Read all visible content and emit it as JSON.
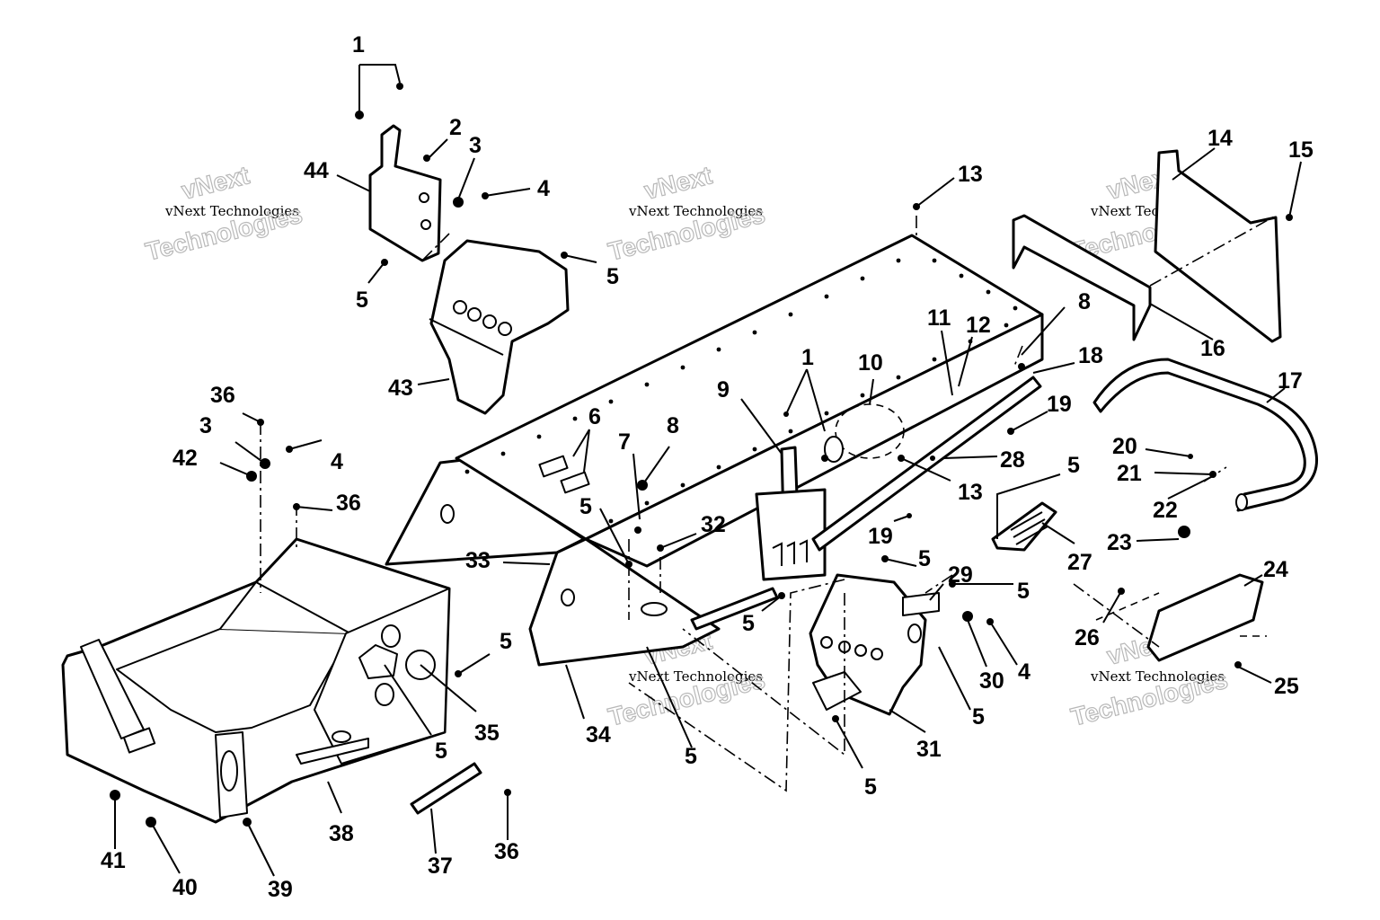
{
  "watermark": {
    "line": "vNext Technologies",
    "brand": "vNext",
    "word": "Technologies"
  },
  "callouts": {
    "c1a": "1",
    "c2": "2",
    "c3a": "3",
    "c4a": "4",
    "c44": "44",
    "c5a": "5",
    "c5b": "5",
    "c43": "43",
    "c36a": "36",
    "c3b": "3",
    "c4b": "4",
    "c42": "42",
    "c36b": "36",
    "c6": "6",
    "c7": "7",
    "c8a": "8",
    "c5c": "5",
    "c32": "32",
    "c33": "33",
    "c9": "9",
    "c1b": "1",
    "c10": "10",
    "c11": "11",
    "c12": "12",
    "c13a": "13",
    "c13b": "13",
    "c8b": "8",
    "c18": "18",
    "c19a": "19",
    "c19b": "19",
    "c28": "28",
    "c5d": "5",
    "c27": "27",
    "c14": "14",
    "c15": "15",
    "c16": "16",
    "c17": "17",
    "c20": "20",
    "c21": "21",
    "c22": "22",
    "c23": "23",
    "c24": "24",
    "c25": "25",
    "c26": "26",
    "c5e": "5",
    "c29": "29",
    "c5f": "5",
    "c5g": "5",
    "c30": "30",
    "c4c": "4",
    "c5h": "5",
    "c31": "31",
    "c5i": "5",
    "c5j": "5",
    "c34": "34",
    "c5k": "5",
    "c35": "35",
    "c5l": "5",
    "c38": "38",
    "c37": "37",
    "c36c": "36",
    "c41": "41",
    "c40": "40",
    "c39": "39"
  }
}
